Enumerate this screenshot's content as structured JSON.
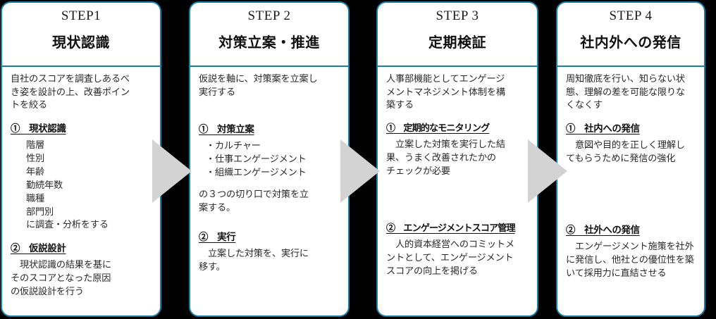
{
  "diagram": {
    "type": "process-flow",
    "step_count": 4,
    "accent_color": "#1A7FA8",
    "arrow_color": "#D3D3D3",
    "background_color": "#000000",
    "card_background": "#FFFFFF"
  },
  "steps": [
    {
      "label": "STEP1",
      "title": "現状認識",
      "intro": "自社のスコアを調査しあるべ\nき姿を設計の上、改善ポイン\nトを絞る",
      "sections": [
        {
          "heading": "①　現状認識",
          "body": "階層\n性別\n年齢\n勤続年数\n職種\n部門別\nに調査・分析をする"
        },
        {
          "heading": "②　仮説設計",
          "body": "　現状認識の結果を基に\nそのスコアとなった原因\nの仮説設計を行う"
        }
      ]
    },
    {
      "label": "STEP 2",
      "title": "対策立案・推進",
      "intro": "仮説を軸に、対策案を立案し\n実行する",
      "sections": [
        {
          "heading": "①　対策立案",
          "body": "・カルチャー\n・仕事エンゲージメント\n・組織エンゲージメント",
          "body2": "の３つの切り口で対策を立\n案する。"
        },
        {
          "heading": "②　実行",
          "body": "　立案した対策を、実行に\n移す。"
        }
      ]
    },
    {
      "label": "STEP 3",
      "title": "定期検証",
      "intro": "人事部機能としてエンゲージ\nメントマネジメント体制を構\n築する",
      "sections": [
        {
          "heading": "①　定期的なモニタリング",
          "body": "　立案した対策を実行した結\n果、うまく改善されたかの\nチェックが必要"
        },
        {
          "heading": "②　エンゲージメントスコア管理",
          "body": "　人的資本経営へのコミットメ\nントとして、エンゲージメント\nスコアの向上を掲げる"
        }
      ]
    },
    {
      "label": "STEP 4",
      "title": "社内外への発信",
      "intro": "周知徹底を行い、知らない状\n態、理解の差を可能な限りな\nくなくす",
      "sections": [
        {
          "heading": "①　社内への発信",
          "body": "　意図や目的を正しく理解し\nてもらうために発信の強化"
        },
        {
          "heading": "②　社外への発信",
          "body": "　エンゲージメント施策を社外\nに発信し、他社との優位性を築\nいて採用力に直結させる"
        }
      ]
    }
  ],
  "arrows": [
    {
      "name": "arrow-step1-to-step2"
    },
    {
      "name": "arrow-step2-to-step3"
    },
    {
      "name": "arrow-step3-to-step4"
    }
  ]
}
